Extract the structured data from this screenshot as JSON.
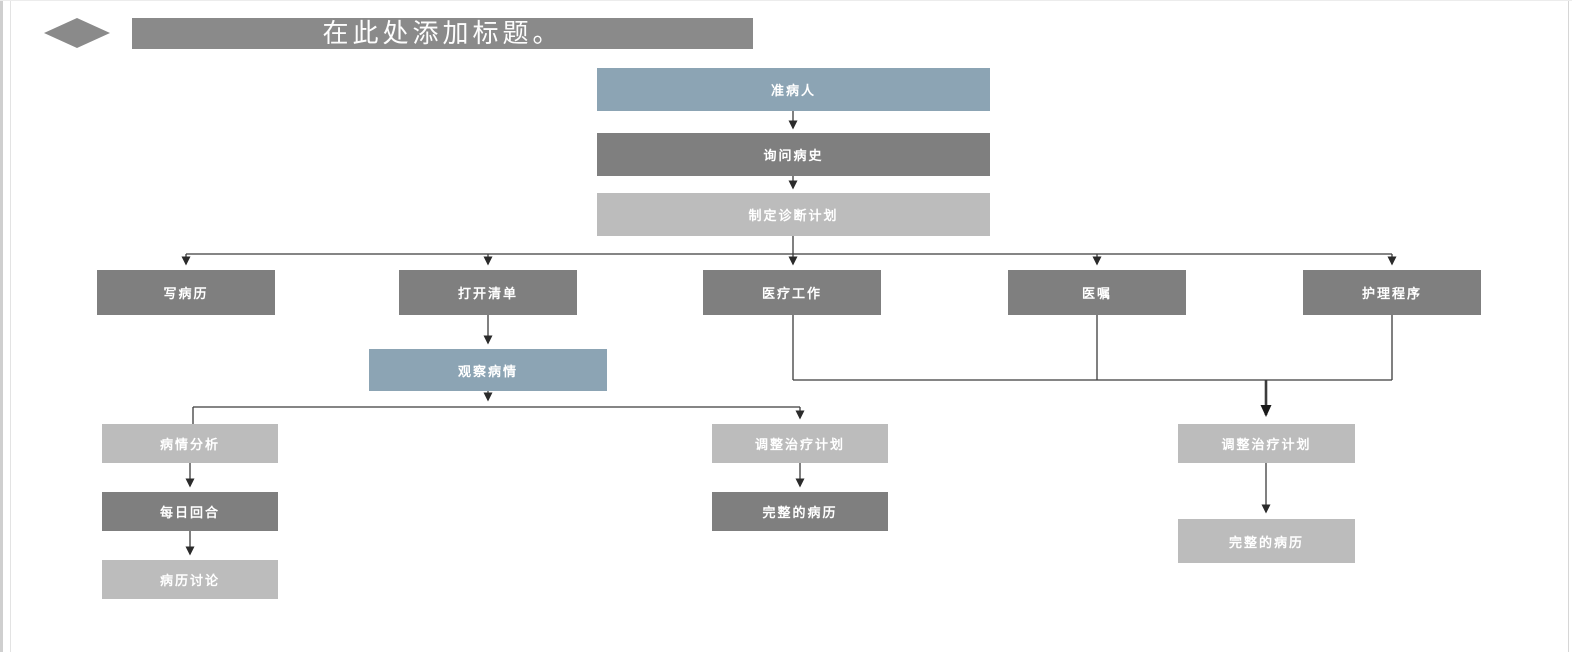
{
  "title": {
    "placeholder_text": "在此处添加标题。"
  },
  "colors": {
    "node_blue": "#8ca4b4",
    "node_dark": "#7f7f7f",
    "node_light": "#bcbcbc",
    "header_gray": "#8a8a8a",
    "connector": "#3c3c3c",
    "background": "#ffffff"
  },
  "diagram": {
    "type": "flowchart",
    "nodes": {
      "admit_patient": {
        "label": "准病人",
        "tone": "blue"
      },
      "ask_history": {
        "label": "询问病史",
        "tone": "dark"
      },
      "diagnosis_plan": {
        "label": "制定诊断计划",
        "tone": "light"
      },
      "write_record": {
        "label": "写病历",
        "tone": "dark"
      },
      "open_list": {
        "label": "打开清单",
        "tone": "dark"
      },
      "medical_work": {
        "label": "医疗工作",
        "tone": "dark"
      },
      "doctor_orders": {
        "label": "医嘱",
        "tone": "dark"
      },
      "nursing_procedure": {
        "label": "护理程序",
        "tone": "dark"
      },
      "observe_condition": {
        "label": "观察病情",
        "tone": "blue"
      },
      "condition_analysis": {
        "label": "病情分析",
        "tone": "light"
      },
      "daily_rounds": {
        "label": "每日回合",
        "tone": "dark"
      },
      "record_discussion": {
        "label": "病历讨论",
        "tone": "light"
      },
      "adjust_plan_mid": {
        "label": "调整治疗计划",
        "tone": "light"
      },
      "complete_record_mid": {
        "label": "完整的病历",
        "tone": "dark"
      },
      "adjust_plan_right": {
        "label": "调整治疗计划",
        "tone": "light"
      },
      "complete_record_right": {
        "label": "完整的病历",
        "tone": "light"
      }
    },
    "edges": [
      [
        "admit_patient",
        "ask_history"
      ],
      [
        "ask_history",
        "diagnosis_plan"
      ],
      [
        "diagnosis_plan",
        "write_record"
      ],
      [
        "diagnosis_plan",
        "open_list"
      ],
      [
        "diagnosis_plan",
        "medical_work"
      ],
      [
        "diagnosis_plan",
        "doctor_orders"
      ],
      [
        "diagnosis_plan",
        "nursing_procedure"
      ],
      [
        "open_list",
        "observe_condition"
      ],
      [
        "observe_condition",
        "condition_analysis"
      ],
      [
        "observe_condition",
        "adjust_plan_mid"
      ],
      [
        "condition_analysis",
        "daily_rounds"
      ],
      [
        "daily_rounds",
        "record_discussion"
      ],
      [
        "adjust_plan_mid",
        "complete_record_mid"
      ],
      [
        "medical_work",
        "adjust_plan_right"
      ],
      [
        "doctor_orders",
        "adjust_plan_right"
      ],
      [
        "nursing_procedure",
        "adjust_plan_right"
      ],
      [
        "adjust_plan_right",
        "complete_record_right"
      ]
    ]
  }
}
